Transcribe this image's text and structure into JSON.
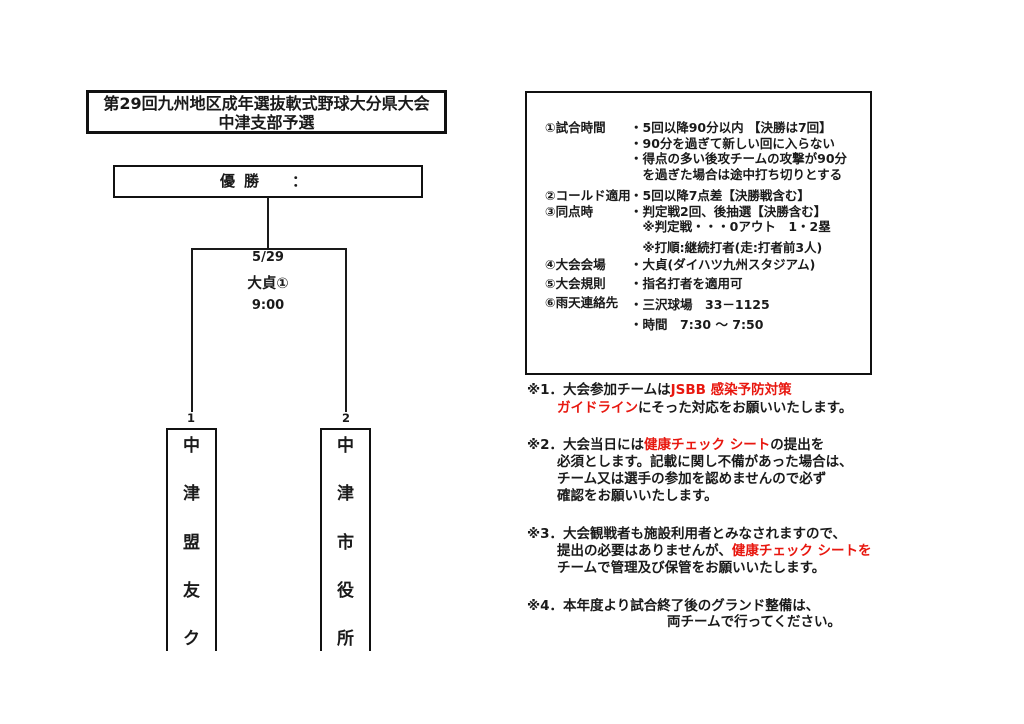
{
  "colors": {
    "ink": "#1a1a1a",
    "red": "#e8170f",
    "border": "#111111",
    "page_bg": "#ffffff"
  },
  "title_box": {
    "line1": "第29回九州地区成年選抜軟式野球大分県大会",
    "line2": "中津支部予選"
  },
  "champion_box": {
    "label": "優勝　："
  },
  "bracket": {
    "match": {
      "date": "5/29",
      "venue": "大貞①",
      "time": "9:00"
    },
    "teams": [
      {
        "seed": "1",
        "chars": [
          "中",
          "津",
          "盟",
          "友",
          "ク"
        ]
      },
      {
        "seed": "2",
        "chars": [
          "中",
          "津",
          "市",
          "役",
          "所"
        ]
      }
    ]
  },
  "rules_box": {
    "rows": [
      {
        "label": "①試合時間",
        "lines": [
          "・5回以降90分以内 【決勝は7回】",
          "・90分を過ぎて新しい回に入らない",
          "・得点の多い後攻チームの攻撃が90分",
          "　を過ぎた場合は途中打ち切りとする"
        ]
      },
      {
        "label": "②コールド適用",
        "lines": [
          "・5回以降7点差【決勝戦含む】"
        ]
      },
      {
        "label": "③同点時",
        "lines": [
          "・判定戦2回、後抽選【決勝含む】",
          "　※判定戦・・・0アウト　1・2塁",
          "　※打順:継続打者(走:打者前3人)"
        ]
      },
      {
        "label": "④大会会場",
        "lines": [
          "・大貞(ダイハツ九州スタジアム)"
        ]
      },
      {
        "label": "⑤大会規則",
        "lines": [
          "・指名打者を適用可"
        ]
      },
      {
        "label": "⑥雨天連絡先",
        "lines": [
          "・三沢球場　33－1125",
          "・時間　7:30 ～ 7:50"
        ]
      }
    ]
  },
  "notes": [
    {
      "lines": [
        {
          "indent": 0,
          "segments": [
            {
              "t": "※1．大会参加チームは",
              "c": "ink"
            },
            {
              "t": "JSBB 感染予防対策",
              "c": "red"
            }
          ]
        },
        {
          "indent": 1,
          "segments": [
            {
              "t": "ガイドライン",
              "c": "red"
            },
            {
              "t": "にそった対応をお願いいたします。",
              "c": "ink"
            }
          ]
        }
      ]
    },
    {
      "lines": [
        {
          "indent": 0,
          "segments": [
            {
              "t": "※2．大会当日には",
              "c": "ink"
            },
            {
              "t": "健康チェック シート",
              "c": "red"
            },
            {
              "t": "の提出を",
              "c": "ink"
            }
          ]
        },
        {
          "indent": 1,
          "segments": [
            {
              "t": "必須とします。記載に関し不備があった場合は、",
              "c": "ink"
            }
          ]
        },
        {
          "indent": 1,
          "segments": [
            {
              "t": "チーム又は選手の参加を認めませんので必ず",
              "c": "ink"
            }
          ]
        },
        {
          "indent": 1,
          "segments": [
            {
              "t": "確認をお願いいたします。",
              "c": "ink"
            }
          ]
        }
      ]
    },
    {
      "lines": [
        {
          "indent": 0,
          "segments": [
            {
              "t": "※3．大会観戦者も施設利用者とみなされますので、",
              "c": "ink"
            }
          ]
        },
        {
          "indent": 1,
          "segments": [
            {
              "t": "提出の必要はありませんが、",
              "c": "ink"
            },
            {
              "t": "健康チェック シートを",
              "c": "red"
            }
          ]
        },
        {
          "indent": 1,
          "segments": [
            {
              "t": "チームで管理及び保管をお願いいたします。",
              "c": "ink"
            }
          ]
        }
      ]
    },
    {
      "lines": [
        {
          "indent": 0,
          "segments": [
            {
              "t": "※4．本年度より試合終了後のグランド整備は、",
              "c": "ink"
            }
          ]
        },
        {
          "indent": 2,
          "segments": [
            {
              "t": "両チームで行ってください。",
              "c": "ink"
            }
          ]
        }
      ]
    }
  ]
}
